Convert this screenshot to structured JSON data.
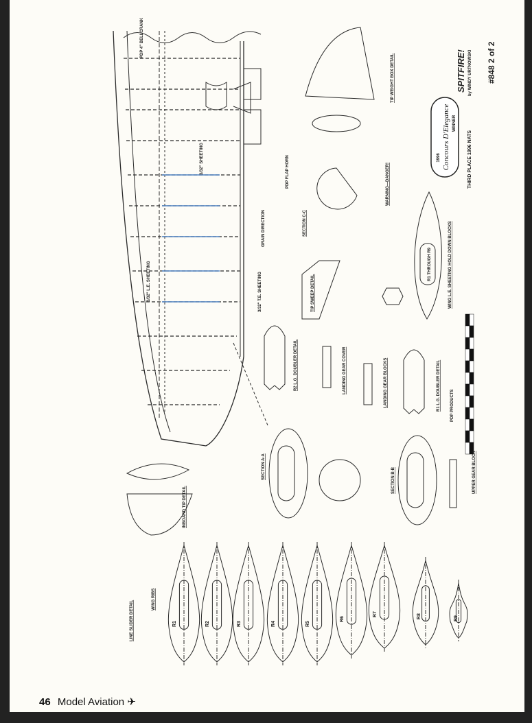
{
  "plan": {
    "title": "SPITFIRE!",
    "author": "by WINDY URTNOWSKI",
    "plan_number": "#848  2 of 2",
    "award": "THIRD PLACE 1996 NATS",
    "logo": {
      "year": "1996",
      "name": "Concours D'Elegance",
      "ribbon": "WINNER"
    },
    "colors": {
      "line": "#2a2a2a",
      "accent_blue": "#4a7fc0",
      "accent_orange": "#d08a3a"
    }
  },
  "details": {
    "tip_weight_box": "TIP WEIGHT BOX DETAIL",
    "warning": "WARNING—DANGER!",
    "section_cc": "SECTION C-C",
    "tip_sweep": "TIP SWEEP DETAIL",
    "r2_doubler": "R2 L.G. DOUBLER DETAIL",
    "r1_doubler": "R1 L.G. DOUBLER DETAIL",
    "landing_gear_cover": "LANDING GEAR COVER",
    "landing_gear_blocks": "LANDING GEAR BLOCKS",
    "section_aa": "SECTION A-A",
    "section_bb": "SECTION B-B",
    "upper_gear_block": "UPPER GEAR BLOCK",
    "hold_down_blocks": "WING L.E. SHEETING HOLD DOWN BLOCKS",
    "r1_through_r9": "R1 THROUGH R9",
    "inboard_tip": "INBOARD TIP DETAIL",
    "line_slider": "LINE SLIDER DETAIL",
    "wing_ribs": "WING RIBS",
    "supplier": "PDP PRODUCTS"
  },
  "notes": {
    "bellcrank": "PDP 4\" BELLCRANK",
    "sheeting": "3/32\" SHEETING",
    "te_sheeting": "3/32\" T.E. SHEETING",
    "le_sheeting": "3/32\" L.E. SHEETING",
    "flap_horn": "PDP FLAP HORN",
    "grain": "GRAIN DIRECTION"
  },
  "ribs": [
    "R1",
    "R2",
    "R3",
    "R4",
    "R5",
    "R6",
    "R7",
    "R8",
    "R9"
  ],
  "footer": {
    "page": "46",
    "magazine": "Model Aviation",
    "icon": "airplane-icon"
  }
}
